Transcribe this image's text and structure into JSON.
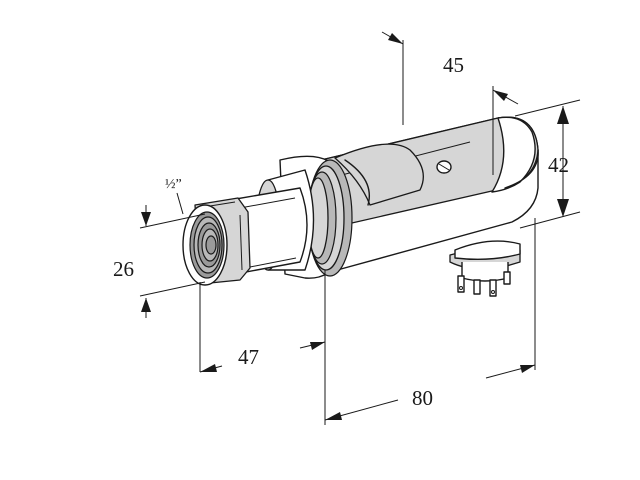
{
  "dimensions": {
    "top_length": "45",
    "height": "42",
    "thread_size": "½”",
    "diameter": "26",
    "nose_length": "47",
    "overall_length": "80"
  }
}
